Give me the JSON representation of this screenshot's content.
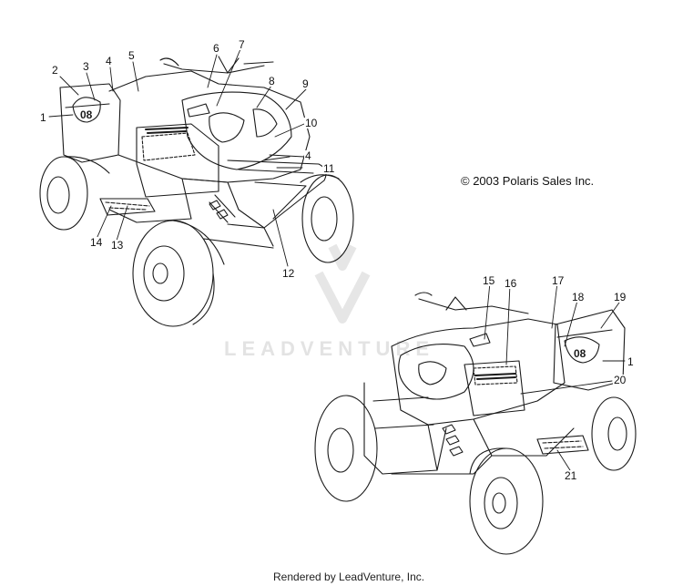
{
  "diagram": {
    "copyright": "© 2003 Polaris Sales Inc.",
    "footer": "Rendered by LeadVenture, Inc.",
    "watermark_text": "LEADVENTURE",
    "callouts": {
      "front_view": [
        "1",
        "2",
        "3",
        "4",
        "5",
        "6",
        "7",
        "8",
        "9",
        "10",
        "4",
        "11",
        "12",
        "13",
        "14"
      ],
      "rear_view": [
        "15",
        "16",
        "17",
        "18",
        "19",
        "1",
        "20",
        "21"
      ]
    }
  },
  "colors": {
    "line": "#1a1a1a",
    "watermark": "#e3e3e3",
    "background": "#ffffff"
  }
}
